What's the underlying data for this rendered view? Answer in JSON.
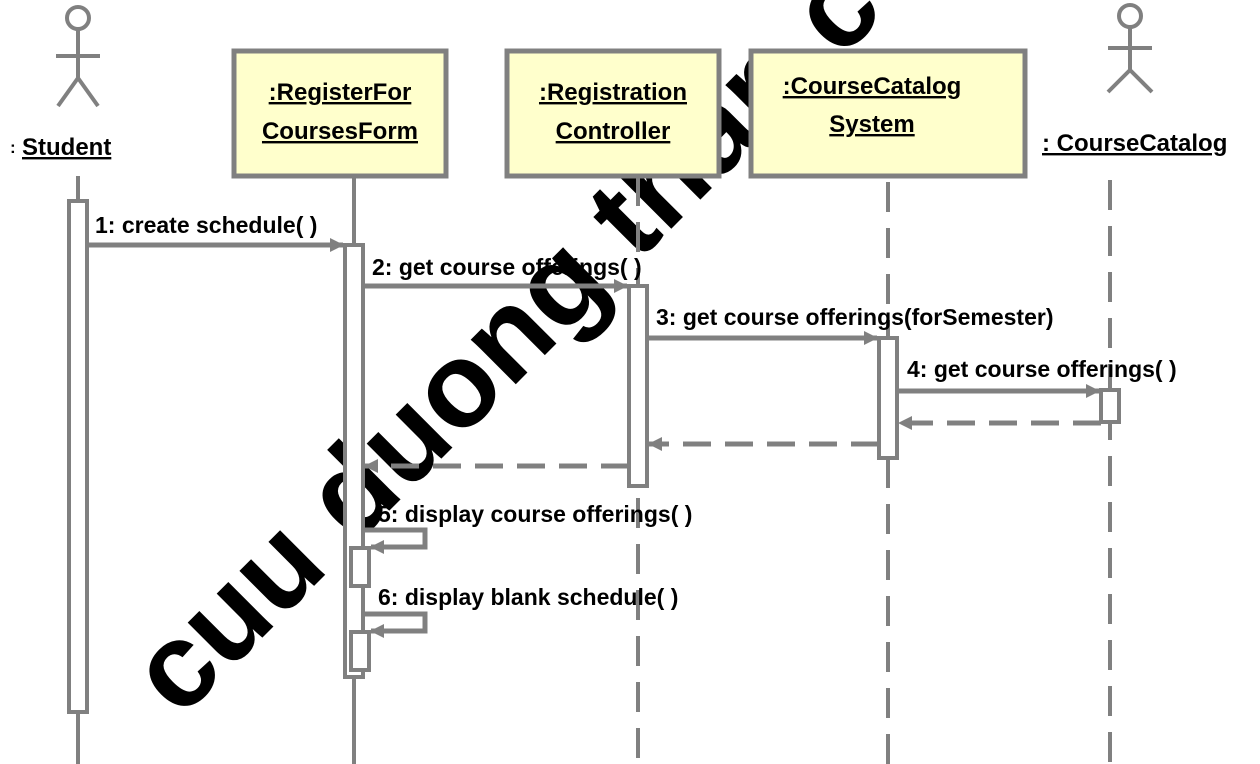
{
  "watermark": "cuu duong than cong . com",
  "colors": {
    "lifeline": "#808080",
    "box_fill": "#ffffcc",
    "box_border": "#808080",
    "text": "#000000"
  },
  "participants": [
    {
      "id": "student",
      "kind": "actor",
      "label_prefix": ":",
      "label": "Student"
    },
    {
      "id": "form",
      "kind": "object",
      "line1": ":RegisterFor",
      "line2": "CoursesForm"
    },
    {
      "id": "controller",
      "kind": "object",
      "line1": ":Registration",
      "line2": "Controller"
    },
    {
      "id": "system",
      "kind": "object",
      "line1": ":CourseCatalog",
      "line2": "System"
    },
    {
      "id": "catalog",
      "kind": "actor",
      "label": ": CourseCatalog"
    }
  ],
  "messages": [
    {
      "id": "m1",
      "label": "1: create schedule( )",
      "from": "student",
      "to": "form",
      "type": "call"
    },
    {
      "id": "m2",
      "label": "2: get course offerings( )",
      "from": "form",
      "to": "controller",
      "type": "call"
    },
    {
      "id": "m3",
      "label": "3: get course offerings(forSemester)",
      "from": "controller",
      "to": "system",
      "type": "call"
    },
    {
      "id": "m4",
      "label": "4: get course offerings( )",
      "from": "system",
      "to": "catalog",
      "type": "call"
    },
    {
      "id": "r4",
      "label": "",
      "from": "catalog",
      "to": "system",
      "type": "return"
    },
    {
      "id": "r3",
      "label": "",
      "from": "system",
      "to": "controller",
      "type": "return"
    },
    {
      "id": "r2",
      "label": "",
      "from": "controller",
      "to": "form",
      "type": "return"
    },
    {
      "id": "m5",
      "label": "5: display course offerings( )",
      "from": "form",
      "to": "form",
      "type": "self"
    },
    {
      "id": "m6",
      "label": "6: display blank schedule( )",
      "from": "form",
      "to": "form",
      "type": "self"
    }
  ]
}
